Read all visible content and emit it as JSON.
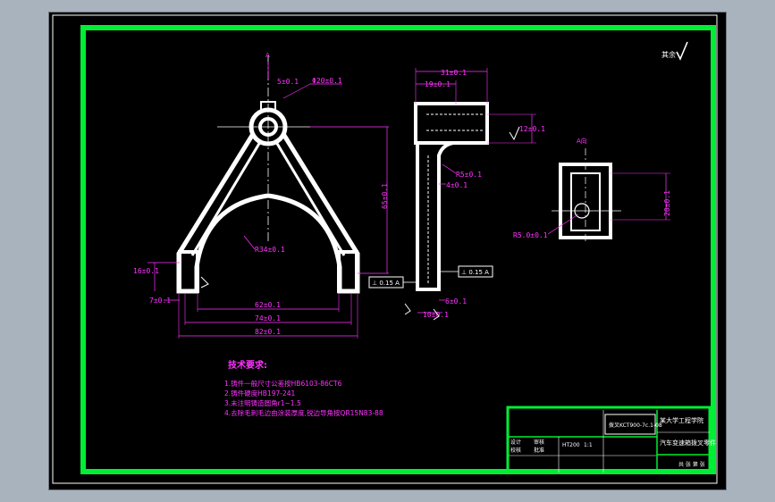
{
  "colors": {
    "frame": "#00ee33",
    "part": "#ffffff",
    "dimension": "#ff33ff",
    "background": "#000000",
    "window_bg": "#a9b3bd"
  },
  "views": {
    "front_label": "A",
    "section_label": "A向",
    "roughness_label": "其余"
  },
  "dims": {
    "d_5": "5±0.1",
    "d_phi20": "Φ20±0.1",
    "d_65": "65±0.1",
    "d_r34": "R34±0.1",
    "d_16": "16±0.1",
    "d_7": "7±0.1",
    "d_62": "62±0.1",
    "d_74": "74±0.1",
    "d_82": "82±0.1",
    "d_31": "31±0.1",
    "d_19": "19±0.1",
    "d_12": "12±0.1",
    "d_r5": "R5±0.1",
    "d_4": "4±0.1",
    "d_6": "6±0.1",
    "d_10": "10±0.1",
    "d_20": "20±0.1",
    "d_r50": "R5.0±0.1",
    "tol_left": "⊥ 0.15 A",
    "tol_right": "⊥ 0.15 A"
  },
  "notes": {
    "title": "技术要求:",
    "items": [
      "1.铸件一般尺寸公差按HB6103-86CT6",
      "2.铸件硬度HB197-241",
      "3.未注明铸造圆角r1~1.5",
      "4.去除毛刺毛边由涂装厚度,锐边导角按QR15N83-88"
    ]
  },
  "title_block": {
    "drawing_no": "拨叉KCT900-7c.1-08",
    "school": "某大学工程学院",
    "part_name": "汽车变速箱拨叉零件",
    "material": "HT200",
    "scale": "1:1",
    "row_labels": [
      "设计",
      "校核",
      "审核",
      "批准"
    ],
    "sheet": "共 张 第 张"
  }
}
